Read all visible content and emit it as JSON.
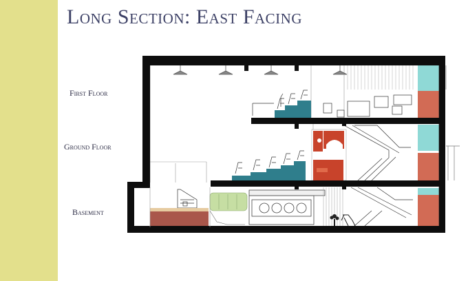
{
  "slide": {
    "title": "Long Section: East Facing"
  },
  "floors": [
    {
      "key": "first",
      "label": "First Floor"
    },
    {
      "key": "ground",
      "label": "Ground Floor"
    },
    {
      "key": "basement",
      "label": "Basement"
    }
  ],
  "colors": {
    "side_band": "#e3e08c",
    "title_text": "#3d4166",
    "wall": "#0d0d0d",
    "teal_seating": "#2f7e8c",
    "cyan_glazing": "#8fd9d6",
    "terracotta": "#d26b55",
    "red_bar": "#c8432b",
    "green_panels": "#c6dea3",
    "brick_platform": "#a9574b"
  }
}
